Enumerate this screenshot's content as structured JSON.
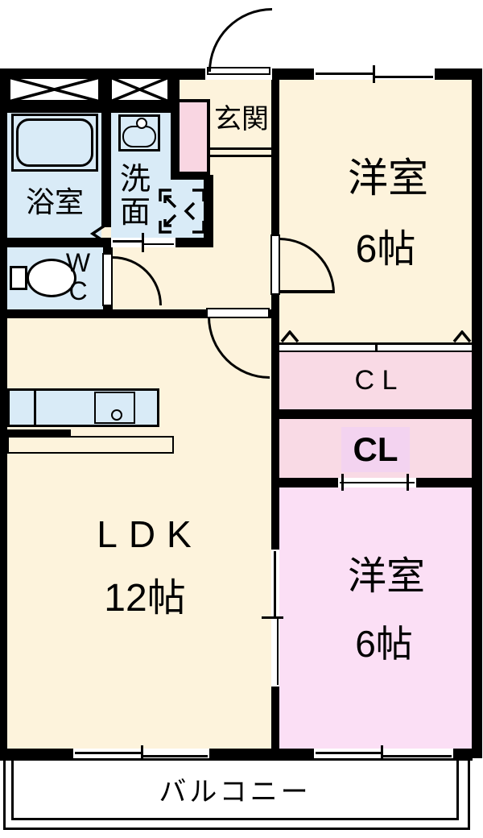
{
  "plan_title": "apartment-floor-plan",
  "rooms": {
    "entrance": "玄関",
    "bathroom": "浴室",
    "washroom_l1": "洗",
    "washroom_l2": "面",
    "wc_l1": "W",
    "wc_l2": "C",
    "bedroom_top_name": "洋室",
    "bedroom_top_size": "6帖",
    "closet_upper": "C L",
    "closet_lower": "CL",
    "bedroom_bottom_name": "洋室",
    "bedroom_bottom_size": "6帖",
    "ldk_name": "LDK",
    "ldk_size": "12帖",
    "balcony": "バルコニー"
  },
  "colors": {
    "floor_cream": "#FDF3DC",
    "wet_area_blue": "#D9EBF7",
    "closet_pink": "#F9DAE5",
    "bedroom_pink": "#FBDFF5",
    "closet_highlight": "#F3D3F0",
    "cabinet_pink": "#F9D6E2",
    "wall_black": "#000000",
    "balcony_white": "#FFFFFF"
  }
}
